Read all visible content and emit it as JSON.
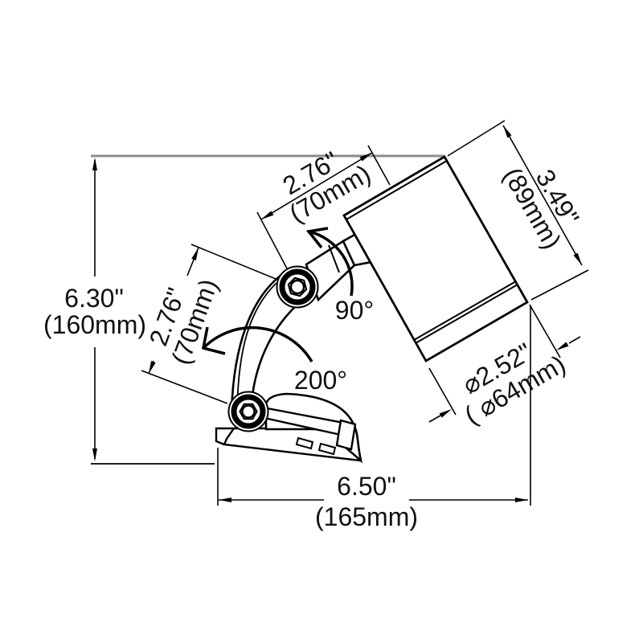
{
  "drawing": {
    "kind": "technical dimension drawing",
    "subject": "adjustable surface-mount spotlight, side elevation",
    "dimensions": {
      "overall_height": {
        "inches": "6.30\"",
        "metric": "(160mm)"
      },
      "overall_depth": {
        "inches": "6.50\"",
        "metric": "(165mm)"
      },
      "pivot_to_lens": {
        "inches": "2.76\"",
        "metric": "(70mm)"
      },
      "arm_length": {
        "inches": "2.76\"",
        "metric": "(70mm)"
      },
      "head_length": {
        "inches": "3.49\"",
        "metric": "(89mm)"
      },
      "head_diameter": {
        "inches": "⌀2.52\"",
        "metric": "( ⌀64mm)"
      },
      "head_swivel_angle": "90°",
      "arm_swing_angle": "200°"
    },
    "colors": {
      "line": "#000000",
      "reference_line": "#8c8c8c",
      "background": "#ffffff"
    }
  }
}
